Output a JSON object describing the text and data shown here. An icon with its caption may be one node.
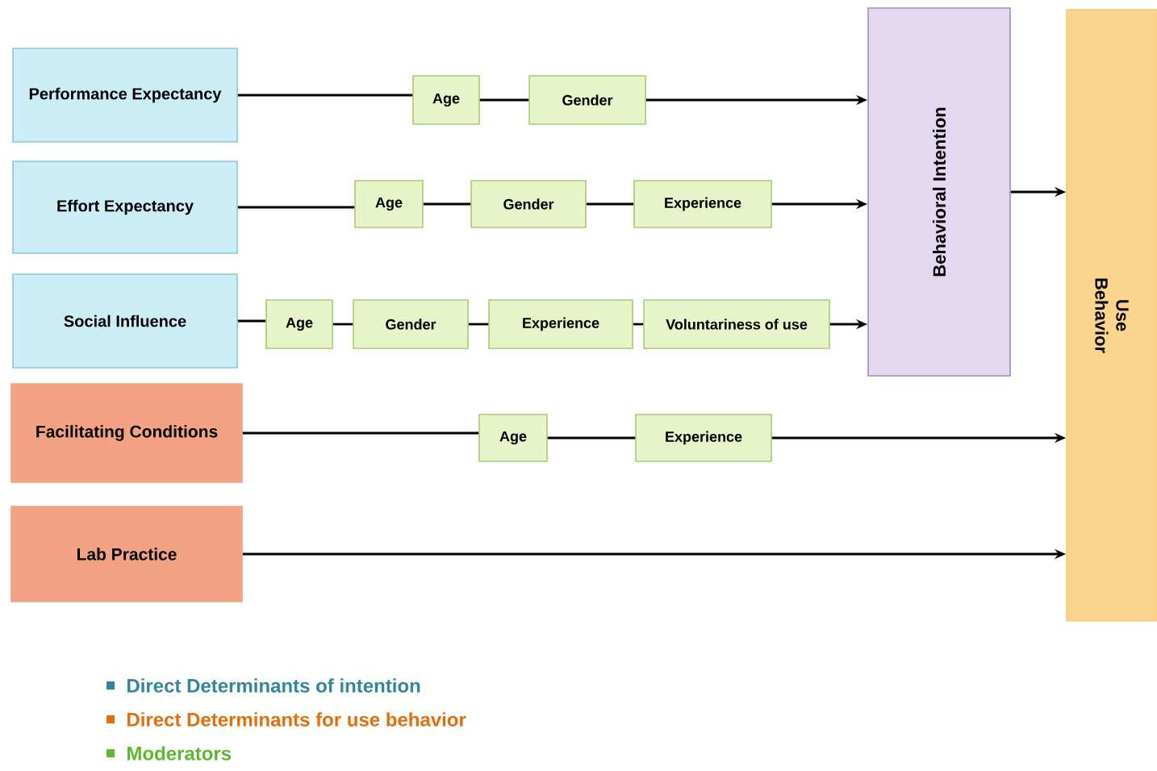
{
  "diagram": {
    "nodes": [
      {
        "text": [
          "Performance Expectancy"
        ]
      },
      {
        "text": [
          "Effort  Expectancy"
        ]
      },
      {
        "text": [
          "Social Influence"
        ]
      },
      {
        "text": [
          "Facilitating Conditions"
        ]
      },
      {
        "text": [
          "Lab Practice"
        ]
      },
      {
        "text": [
          "Behavioral Intention"
        ]
      },
      {
        "text": [
          "Use Behavior"
        ]
      },
      {
        "text": [
          "Age"
        ]
      },
      {
        "text": [
          "Gender"
        ]
      },
      {
        "text": [
          "Age"
        ]
      },
      {
        "text": [
          "Gender"
        ]
      },
      {
        "text": [
          "Experience"
        ]
      },
      {
        "text": [
          "Age"
        ]
      },
      {
        "text": [
          "Gender"
        ]
      },
      {
        "text": [
          "Experience"
        ]
      },
      {
        "text": [
          "Voluntariness of use"
        ]
      },
      {
        "text": [
          "Age"
        ]
      },
      {
        "text": [
          "Experience"
        ]
      }
    ],
    "edges": [
      {
        "from": 0,
        "to": 7,
        "arrow": "none"
      },
      {
        "from": 7,
        "to": 8,
        "arrow": "none"
      },
      {
        "from": 8,
        "to": 5,
        "arrow": "to"
      },
      {
        "from": 1,
        "to": 9,
        "arrow": "none"
      },
      {
        "from": 9,
        "to": 10,
        "arrow": "none"
      },
      {
        "from": 10,
        "to": 11,
        "arrow": "none"
      },
      {
        "from": 11,
        "to": 5,
        "arrow": "to"
      },
      {
        "from": 2,
        "to": 12,
        "arrow": "none"
      },
      {
        "from": 12,
        "to": 13,
        "arrow": "none"
      },
      {
        "from": 13,
        "to": 14,
        "arrow": "none"
      },
      {
        "from": 14,
        "to": 15,
        "arrow": "none"
      },
      {
        "from": 15,
        "to": 5,
        "arrow": "to"
      },
      {
        "from": 3,
        "to": 16,
        "arrow": "none"
      },
      {
        "from": 16,
        "to": 17,
        "arrow": "none"
      },
      {
        "from": 17,
        "to": 6,
        "arrow": "to"
      },
      {
        "from": 4,
        "to": 6,
        "arrow": "to"
      },
      {
        "from": 5,
        "to": 6,
        "arrow": "to"
      }
    ],
    "legend": [
      {
        "text": "Direct Determinants  of intention",
        "color": "#31859c"
      },
      {
        "text": "Direct Determinants for use behavior",
        "color": "#e46c0a"
      },
      {
        "text": "Moderators",
        "color": "#5cb82e"
      }
    ]
  }
}
